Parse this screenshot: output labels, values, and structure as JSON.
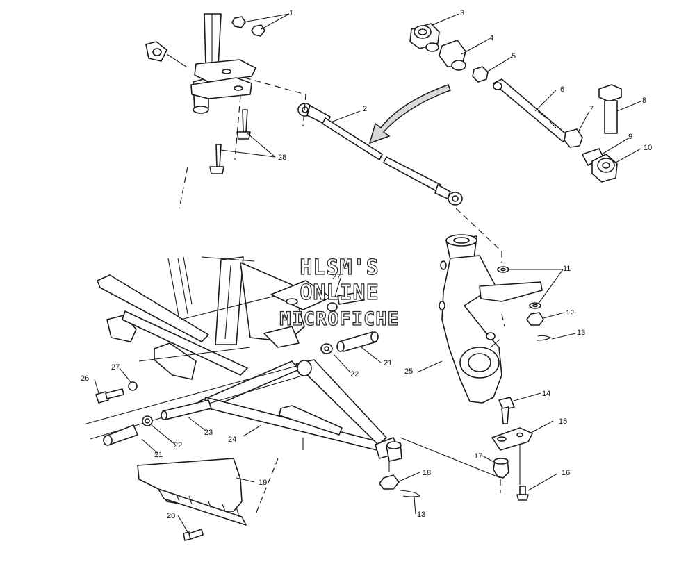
{
  "watermark": {
    "line1": "HLSM'S",
    "line2": "ONLINE",
    "line3": "MICROFICHE"
  },
  "callouts": {
    "c1": "1",
    "c2": "2",
    "c3": "3",
    "c4": "4",
    "c5": "5",
    "c6": "6",
    "c7": "7",
    "c8": "8",
    "c9": "9",
    "c10": "10",
    "c11": "11",
    "c12": "12",
    "c13a": "13",
    "c13b": "13",
    "c14": "14",
    "c15": "15",
    "c16": "16",
    "c17": "17",
    "c18": "18",
    "c19": "19",
    "c20": "20",
    "c21a": "21",
    "c21b": "21",
    "c22a": "22",
    "c22b": "22",
    "c23": "23",
    "c24": "24",
    "c25": "25",
    "c26": "26",
    "c27a": "27",
    "c27b": "27",
    "c28": "28"
  }
}
